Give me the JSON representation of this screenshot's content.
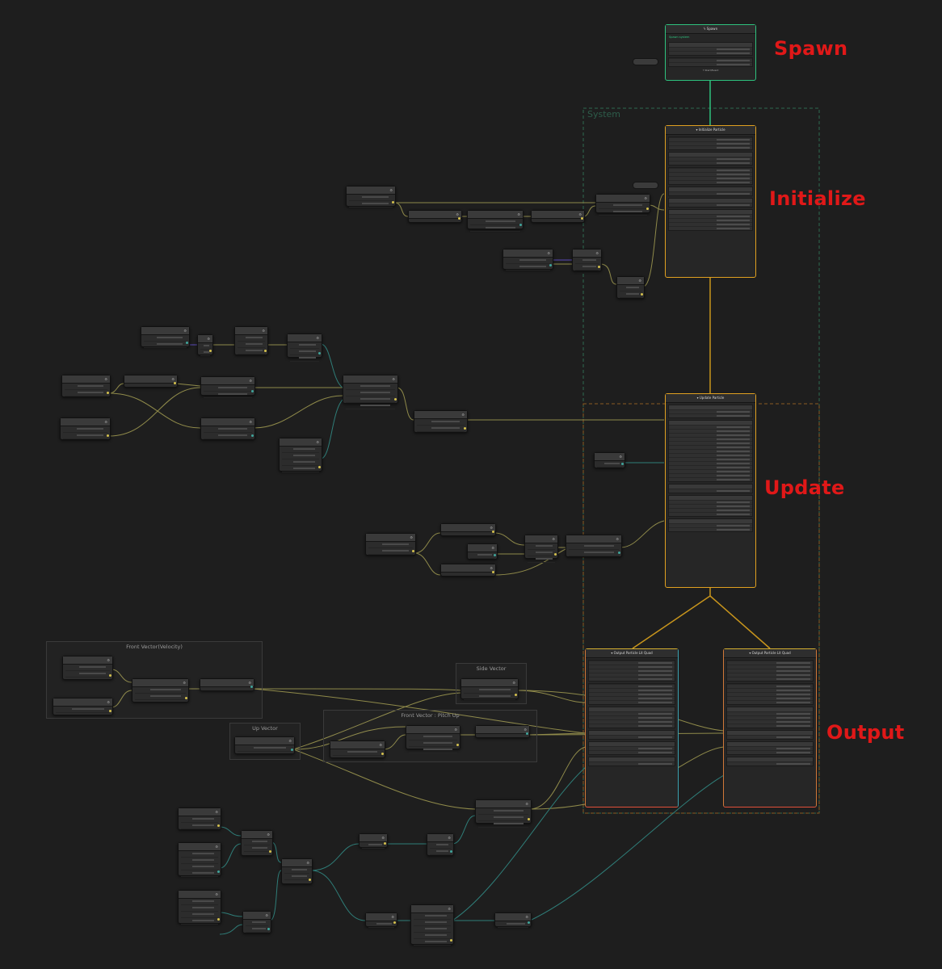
{
  "labels": {
    "spawn": "Spawn",
    "initialize": "Initialize",
    "update": "Update",
    "output": "Output"
  },
  "system": {
    "title": "System"
  },
  "contexts": {
    "spawn": {
      "title": "Spawn",
      "subtitle": "Spawn system",
      "border": "#2ec27e",
      "footer": "Start/Event"
    },
    "initialize": {
      "title": "Initialize Particle",
      "border": "#e0a020"
    },
    "update": {
      "title": "Update Particle",
      "border": "#e0a020"
    },
    "output1": {
      "title": "Output Particle Lit Quad",
      "border_top": "#d6b030",
      "border_bottom": "#e0503a"
    },
    "output2": {
      "title": "Output Particle Lit Quad",
      "border_top": "#d6b030",
      "border_bottom": "#e0503a"
    }
  },
  "groups": {
    "front_velocity": "Front Vector(Velocity)",
    "side_vector": "Side Vector",
    "up_vector": "Up Vector",
    "front_pitch": "Front Vector : Pitch Up"
  },
  "colors": {
    "spawn": "#2ec27e",
    "orange": "#e0a020",
    "red": "#e0503a",
    "wire_yellow": "#8f8a4a",
    "wire_teal": "#2f7d78",
    "label_red": "#e01818"
  }
}
